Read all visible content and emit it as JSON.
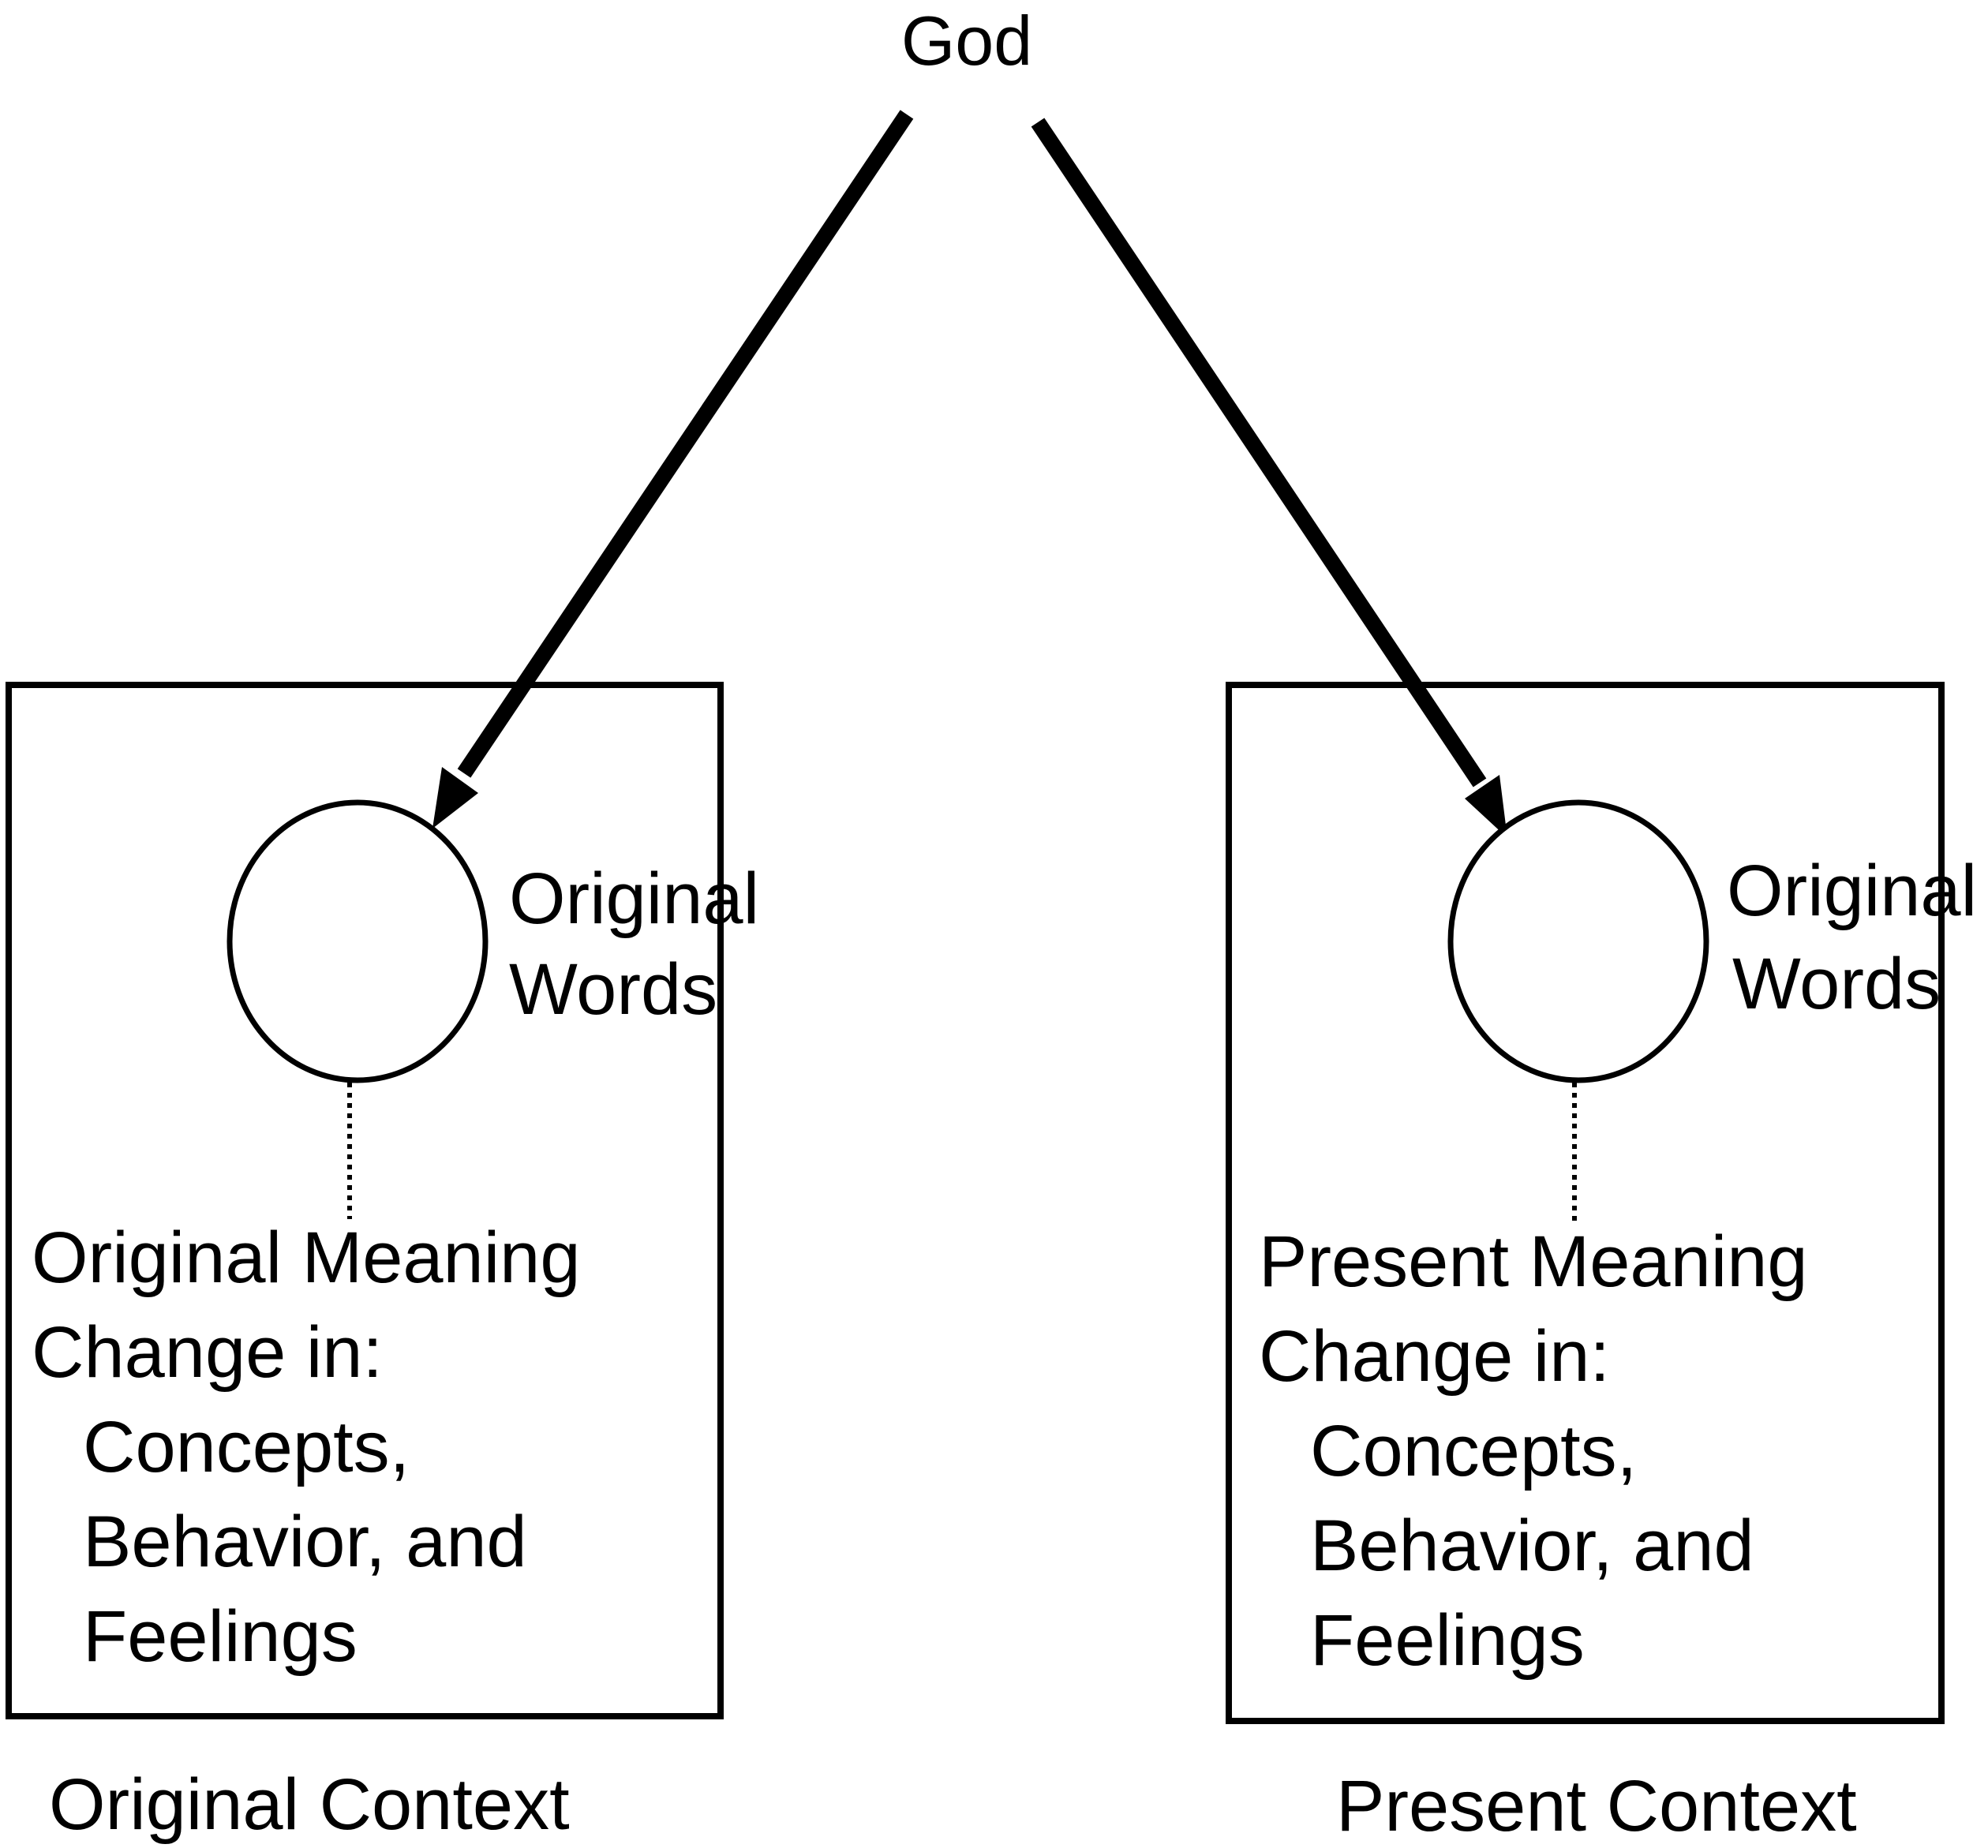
{
  "title": "God",
  "left_panel": {
    "words_line1": "Original",
    "words_line2": "Words",
    "meaning": "Original Meaning",
    "change_in": "Change in:",
    "item1": "Concepts,",
    "item2": "Behavior, and",
    "item3": "Feelings",
    "context": "Original Context"
  },
  "right_panel": {
    "words_line1": "Original",
    "words_line2": "Words",
    "meaning": "Present Meaning",
    "change_in": "Change in:",
    "item1": "Concepts,",
    "item2": "Behavior, and",
    "item3": "Feelings",
    "context": "Present Context"
  }
}
